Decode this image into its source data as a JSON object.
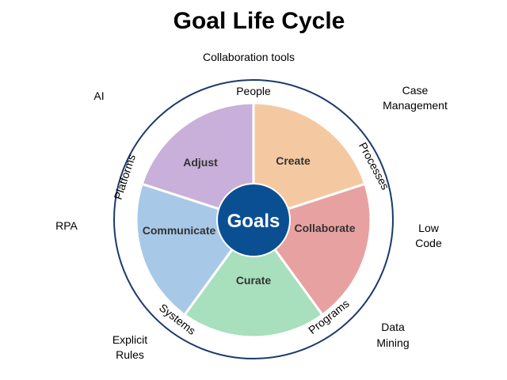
{
  "title": "Goal Life Cycle",
  "center": {
    "label": "Goals",
    "color": "#0b4f93"
  },
  "segments": [
    {
      "label": "Create",
      "color": "#f4c9a2"
    },
    {
      "label": "Collaborate",
      "color": "#e8a1a1"
    },
    {
      "label": "Curate",
      "color": "#a8dfbd"
    },
    {
      "label": "Communicate",
      "color": "#a8c8e8"
    },
    {
      "label": "Adjust",
      "color": "#c8b0da"
    }
  ],
  "ring_labels": [
    "People",
    "Processes",
    "Programs",
    "Systems",
    "Platforms"
  ],
  "outer_labels": {
    "collaboration_tools": "Collaboration tools",
    "ai": "AI",
    "case_management": [
      "Case",
      "Management"
    ],
    "rpa": "RPA",
    "low_code": [
      "Low",
      "Code"
    ],
    "explicit_rules": [
      "Explicit",
      "Rules"
    ],
    "data_mining": [
      "Data",
      "Mining"
    ]
  },
  "ring_color": "#1a3a6b"
}
